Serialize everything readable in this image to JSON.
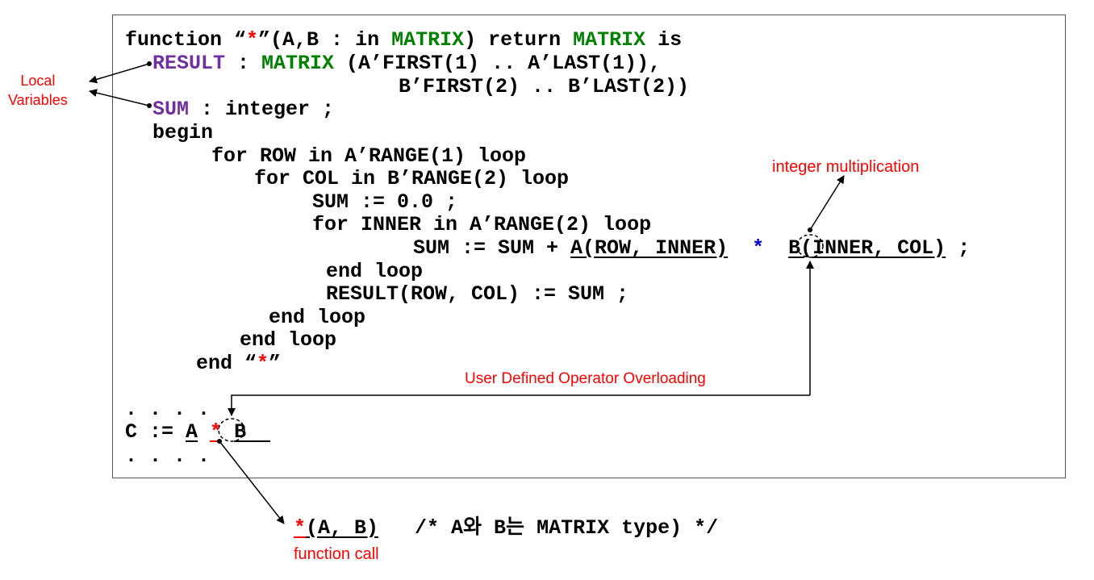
{
  "code": {
    "line1": {
      "a": "function “",
      "star": "*",
      "b": "”(A,B : in ",
      "matrix1": "MATRIX",
      "c": ") return ",
      "matrix2": "MATRIX",
      "d": " is"
    },
    "line2": {
      "result": "RESULT",
      "a": " : ",
      "matrix": "MATRIX",
      "b": " (A’FIRST(1) .. A’LAST(1)),"
    },
    "line3": "B’FIRST(2) .. B’LAST(2))",
    "line4": {
      "sum": "SUM",
      "a": " : integer ;"
    },
    "line5": "begin",
    "line6": "for ROW in A’RANGE(1) loop",
    "line7": "for COL in B’RANGE(2) loop",
    "line8": "SUM := 0.0 ;",
    "line9": "for INNER in A’RANGE(2) loop",
    "line10": {
      "a": "SUM := SUM + ",
      "left": "A(ROW, INNER)",
      "star": "*",
      "right": "B(INNER, COL)",
      "end": " ;"
    },
    "line11": "end loop",
    "line12": "RESULT(ROW, COL) := SUM ;",
    "line13": "end loop",
    "line14": "end loop",
    "line15": {
      "a": "end “",
      "star": "*",
      "b": "”"
    },
    "dots1": ". . . .",
    "line16": {
      "a": "C := ",
      "left": "A",
      "star": "*",
      "right": "B"
    },
    "dots2": ". . . ."
  },
  "call": {
    "star": "*",
    "args": "(A, B)",
    "comment": "/* A와 B는 MATRIX type) */"
  },
  "labels": {
    "local_line1": "Local",
    "local_line2": "Variables",
    "integer_mult": "integer multiplication",
    "overloading": "User Defined Operator Overloading",
    "function_call": "function call"
  },
  "colors": {
    "red": "#ff0000",
    "purple": "#7030a0",
    "green": "#008000",
    "blue": "#0000cc"
  }
}
